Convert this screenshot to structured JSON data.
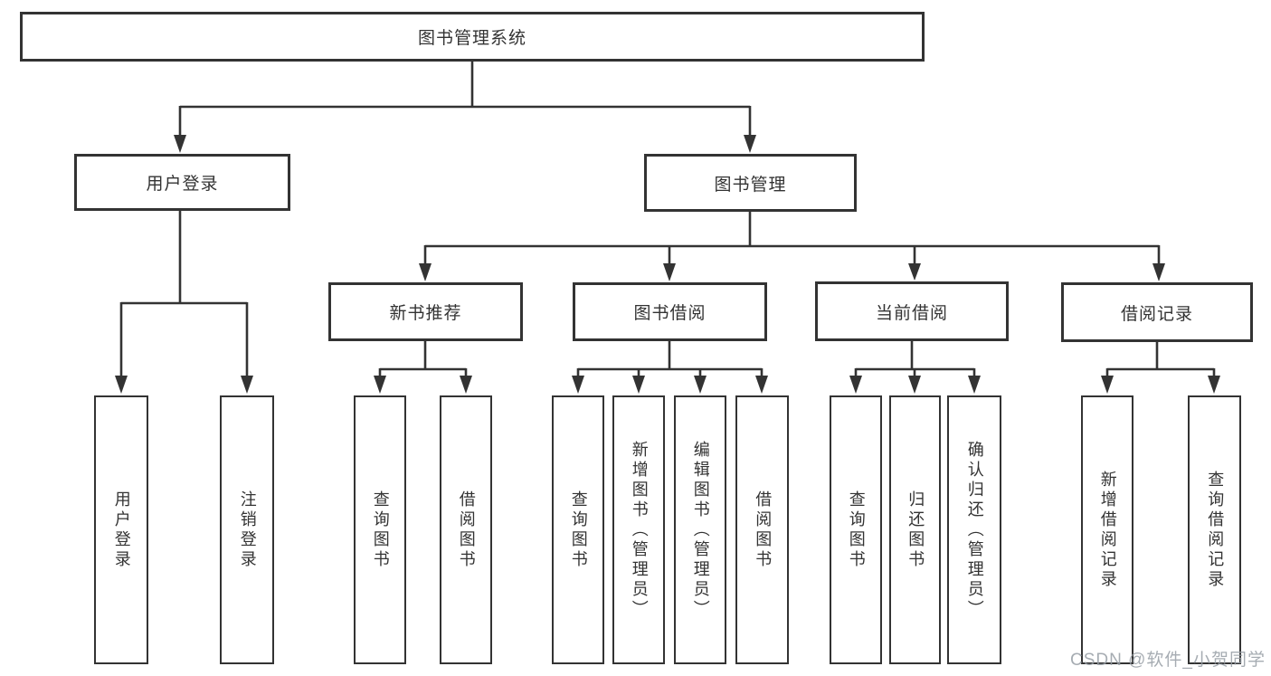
{
  "diagram_title": "图书管理系统",
  "colors": {
    "line": "#333333",
    "box_border": "#333333",
    "text": "#333333",
    "watermark": "#969da5"
  },
  "tree": {
    "label": "图书管理系统",
    "children": [
      {
        "label": "用户登录",
        "children": [
          {
            "label": "用户登录"
          },
          {
            "label": "注销登录"
          }
        ]
      },
      {
        "label": "图书管理",
        "children": [
          {
            "label": "新书推荐",
            "children": [
              {
                "label": "查询图书"
              },
              {
                "label": "借阅图书"
              }
            ]
          },
          {
            "label": "图书借阅",
            "children": [
              {
                "label": "查询图书"
              },
              {
                "label": "新增图书（管理员）"
              },
              {
                "label": "编辑图书（管理员）"
              },
              {
                "label": "借阅图书"
              }
            ]
          },
          {
            "label": "当前借阅",
            "children": [
              {
                "label": "查询图书"
              },
              {
                "label": "归还图书"
              },
              {
                "label": "确认归还（管理员）"
              }
            ]
          },
          {
            "label": "借阅记录",
            "children": [
              {
                "label": "新增借阅记录"
              },
              {
                "label": "查询借阅记录"
              }
            ]
          }
        ]
      }
    ]
  },
  "watermark": {
    "text": "CSDN @软件_小贺同学"
  }
}
